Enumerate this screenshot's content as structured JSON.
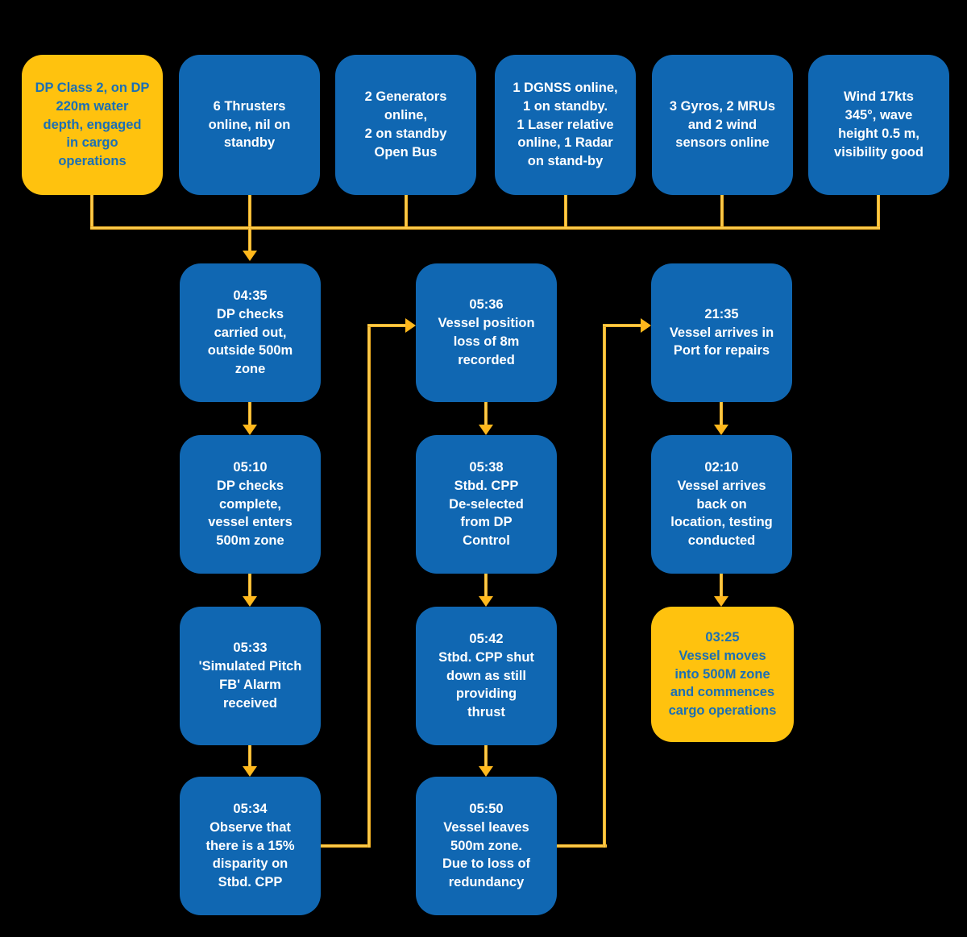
{
  "title": "DP vessel incident timeline flowchart",
  "colors": {
    "box_blue": "#1067B2",
    "box_yellow": "#FFC20E",
    "text_on_blue": "#FFFFFF",
    "text_on_yellow": "#1B6FB5",
    "connector_gold": "#FFB81C",
    "background": "#000000"
  },
  "top_row": [
    {
      "id": "dp-class-status",
      "highlight": true,
      "text": "DP Class 2, on DP\n220m water\ndepth, engaged\nin cargo\noperations"
    },
    {
      "id": "thrusters-status",
      "highlight": false,
      "text": "6 Thrusters\nonline, nil on\nstandby"
    },
    {
      "id": "generators-status",
      "highlight": false,
      "text": "2 Generators\nonline,\n2 on standby\nOpen Bus"
    },
    {
      "id": "position-reference-status",
      "highlight": false,
      "text": "1 DGNSS online,\n1 on standby.\n1 Laser relative\nonline, 1 Radar\non stand-by"
    },
    {
      "id": "sensors-status",
      "highlight": false,
      "text": "3 Gyros, 2 MRUs\nand 2 wind\nsensors online"
    },
    {
      "id": "weather-status",
      "highlight": false,
      "text": "Wind 17kts\n345°, wave\nheight 0.5 m,\nvisibility good"
    }
  ],
  "columns": [
    {
      "events": [
        {
          "time": "04:35",
          "description": "DP checks\ncarried out,\noutside 500m\nzone"
        },
        {
          "time": "05:10",
          "description": "DP checks\ncomplete,\nvessel enters\n500m zone"
        },
        {
          "time": "05:33",
          "description": "'Simulated Pitch\nFB' Alarm\nreceived"
        },
        {
          "time": "05:34",
          "description": "Observe that\nthere is a 15%\ndisparity on\nStbd. CPP"
        }
      ]
    },
    {
      "events": [
        {
          "time": "05:36",
          "description": "Vessel position\nloss of 8m\nrecorded"
        },
        {
          "time": "05:38",
          "description": "Stbd. CPP\nDe-selected\nfrom DP\nControl"
        },
        {
          "time": "05:42",
          "description": "Stbd. CPP shut\ndown as still\nproviding\nthrust"
        },
        {
          "time": "05:50",
          "description": "Vessel leaves\n500m zone.\nDue to loss of\nredundancy"
        }
      ]
    },
    {
      "events": [
        {
          "time": "21:35",
          "description": "Vessel arrives in\nPort for repairs"
        },
        {
          "time": "02:10",
          "description": "Vessel arrives\nback on\nlocation, testing\nconducted"
        },
        {
          "time": "03:25",
          "description": "Vessel moves\ninto 500M zone\nand commences\ncargo operations",
          "highlight": true
        }
      ]
    }
  ]
}
